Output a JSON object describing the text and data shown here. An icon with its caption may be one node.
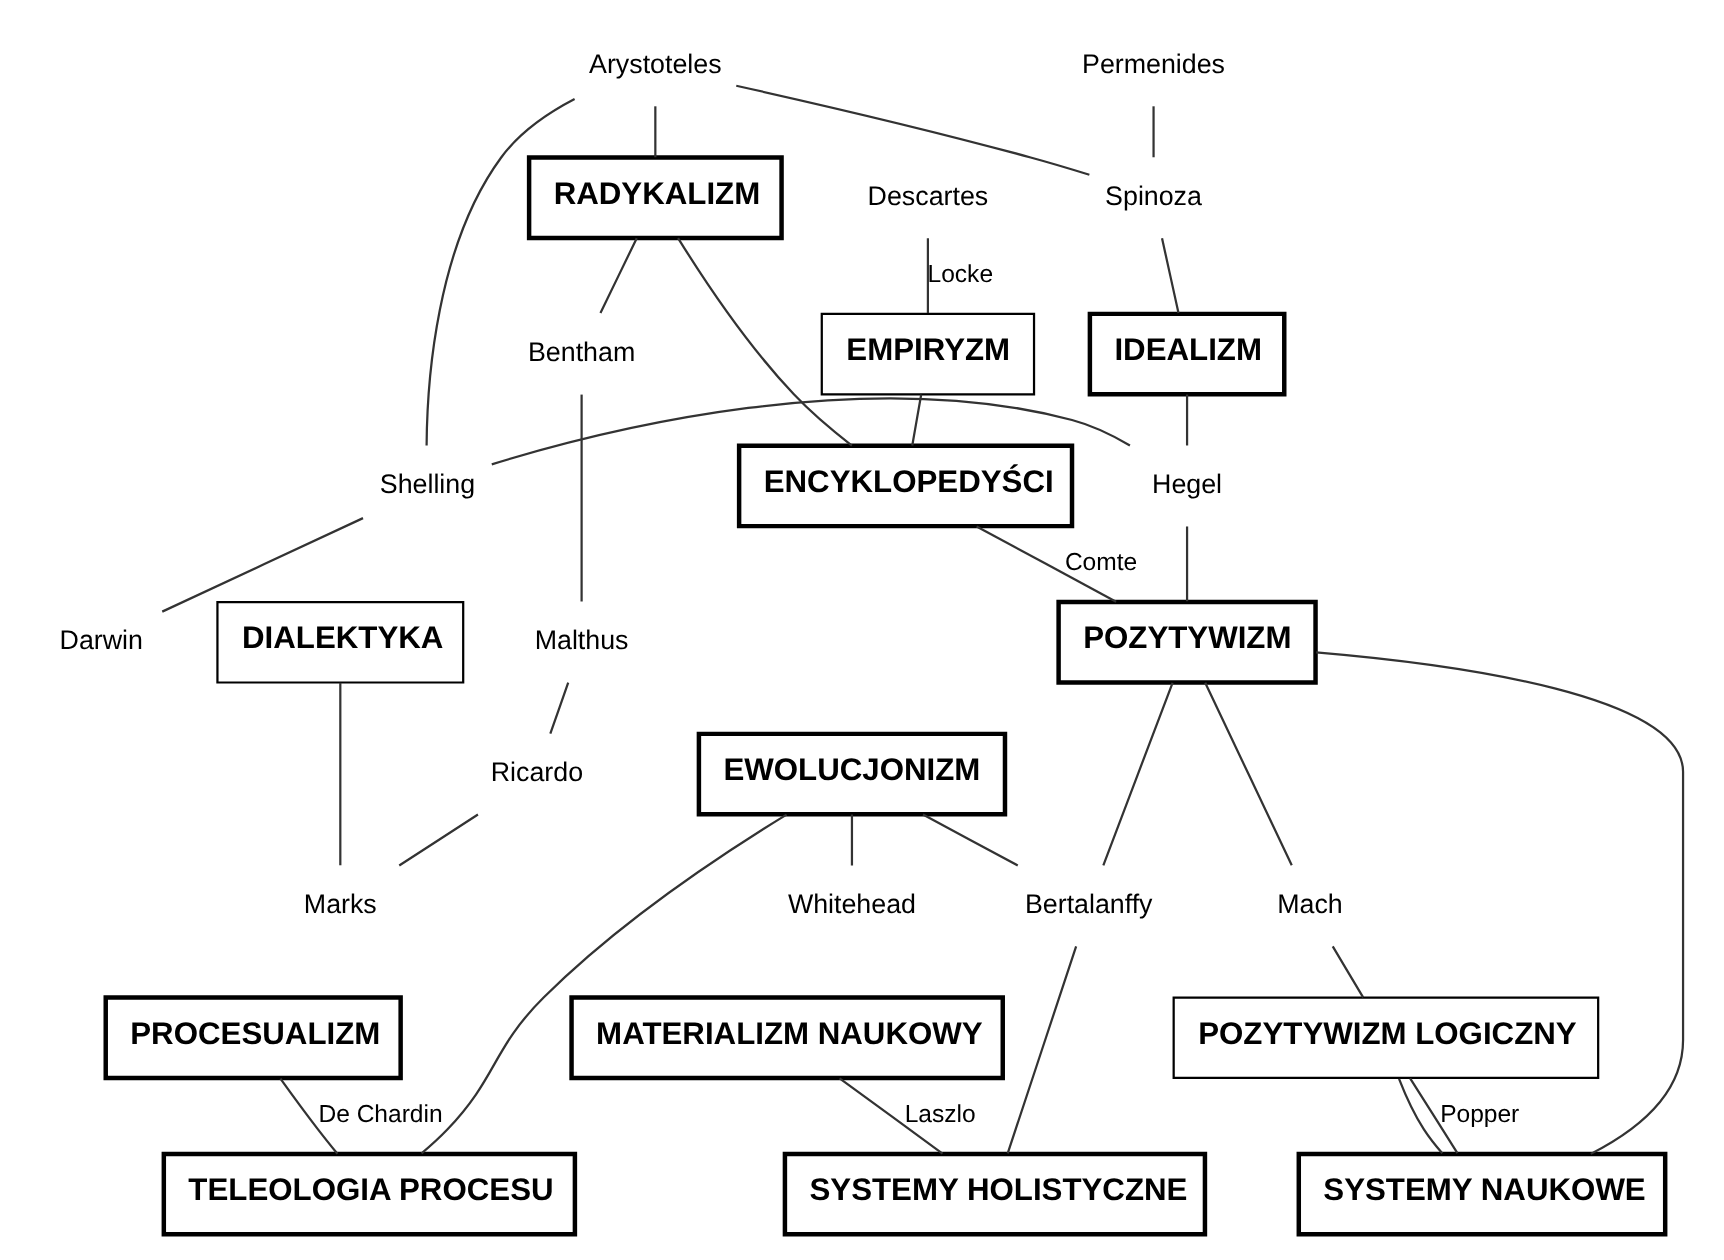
{
  "diagram": {
    "nodes": [
      {
        "text": [
          "Arystoteles"
        ]
      },
      {
        "text": [
          "Permenides"
        ]
      },
      {
        "text": [
          "Spinoza"
        ]
      },
      {
        "text": [
          "RADYKALIZM"
        ]
      },
      {
        "text": [
          "Descartes"
        ]
      },
      {
        "text": [
          "EMPIRYZM"
        ]
      },
      {
        "text": [
          "IDEALIZM"
        ]
      },
      {
        "text": [
          "Bentham"
        ]
      },
      {
        "text": [
          "ENCYKLOPEDYŚCI"
        ]
      },
      {
        "text": [
          "Shelling"
        ]
      },
      {
        "text": [
          "Hegel"
        ]
      },
      {
        "text": [
          "Darwin"
        ]
      },
      {
        "text": [
          "DIALEKTYKA"
        ]
      },
      {
        "text": [
          "Malthus"
        ]
      },
      {
        "text": [
          "POZYTYWIZM"
        ]
      },
      {
        "text": [
          "EWOLUCJONIZM"
        ]
      },
      {
        "text": [
          "Ricardo"
        ]
      },
      {
        "text": [
          "Whitehead"
        ]
      },
      {
        "text": [
          "Marks"
        ]
      },
      {
        "text": [
          "Mach"
        ]
      },
      {
        "text": [
          "PROCESUALIZM"
        ]
      },
      {
        "text": [
          "MATERIALIZM NAUKOWY"
        ]
      },
      {
        "text": [
          "POZYTYWIZM LOGICZNY"
        ]
      },
      {
        "text": [
          "Bertalanffy"
        ]
      },
      {
        "text": [
          "TELEOLOGIA PROCESU"
        ]
      },
      {
        "text": [
          "SYSTEMY HOLISTYCZNE"
        ]
      },
      {
        "text": [
          "SYSTEMY NAUKOWE"
        ]
      }
    ],
    "edges": [
      {
        "from": 0,
        "to": 2,
        "arrow": "none"
      },
      {
        "from": 0,
        "to": 3,
        "arrow": "none"
      },
      {
        "from": 0,
        "to": 9,
        "arrow": "none"
      },
      {
        "from": 1,
        "to": 2,
        "arrow": "none"
      },
      {
        "from": 2,
        "to": 6,
        "arrow": "none"
      },
      {
        "from": 4,
        "to": 5,
        "arrow": "none",
        "label": "Locke"
      },
      {
        "from": 3,
        "to": 7,
        "arrow": "none"
      },
      {
        "from": 3,
        "to": 8,
        "arrow": "none"
      },
      {
        "from": 5,
        "to": 8,
        "arrow": "none"
      },
      {
        "from": 6,
        "to": 10,
        "arrow": "none"
      },
      {
        "from": 9,
        "to": 10,
        "arrow": "none"
      },
      {
        "from": 10,
        "to": 14,
        "arrow": "none"
      },
      {
        "from": 8,
        "to": 14,
        "arrow": "none",
        "label": "Comte"
      },
      {
        "from": 9,
        "to": 11,
        "arrow": "none"
      },
      {
        "from": 7,
        "to": 13,
        "arrow": "none"
      },
      {
        "from": 13,
        "to": 16,
        "arrow": "none"
      },
      {
        "from": 16,
        "to": 18,
        "arrow": "none"
      },
      {
        "from": 12,
        "to": 18,
        "arrow": "none"
      },
      {
        "from": 15,
        "to": 17,
        "arrow": "none"
      },
      {
        "from": 15,
        "to": 23,
        "arrow": "none"
      },
      {
        "from": 15,
        "to": 24,
        "arrow": "none"
      },
      {
        "from": 20,
        "to": 24,
        "arrow": "none",
        "label": "De Chardin"
      },
      {
        "from": 23,
        "to": 14,
        "arrow": "none"
      },
      {
        "from": 23,
        "to": 25,
        "arrow": "none"
      },
      {
        "from": 21,
        "to": 25,
        "arrow": "none",
        "label": "Laszlo"
      },
      {
        "from": 14,
        "to": 19,
        "arrow": "none"
      },
      {
        "from": 19,
        "to": 22,
        "arrow": "none"
      },
      {
        "from": 14,
        "to": 26,
        "arrow": "none"
      },
      {
        "from": 22,
        "to": 26,
        "arrow": "none"
      },
      {
        "from": 22,
        "to": 26,
        "arrow": "none",
        "label": "Popper"
      }
    ]
  }
}
